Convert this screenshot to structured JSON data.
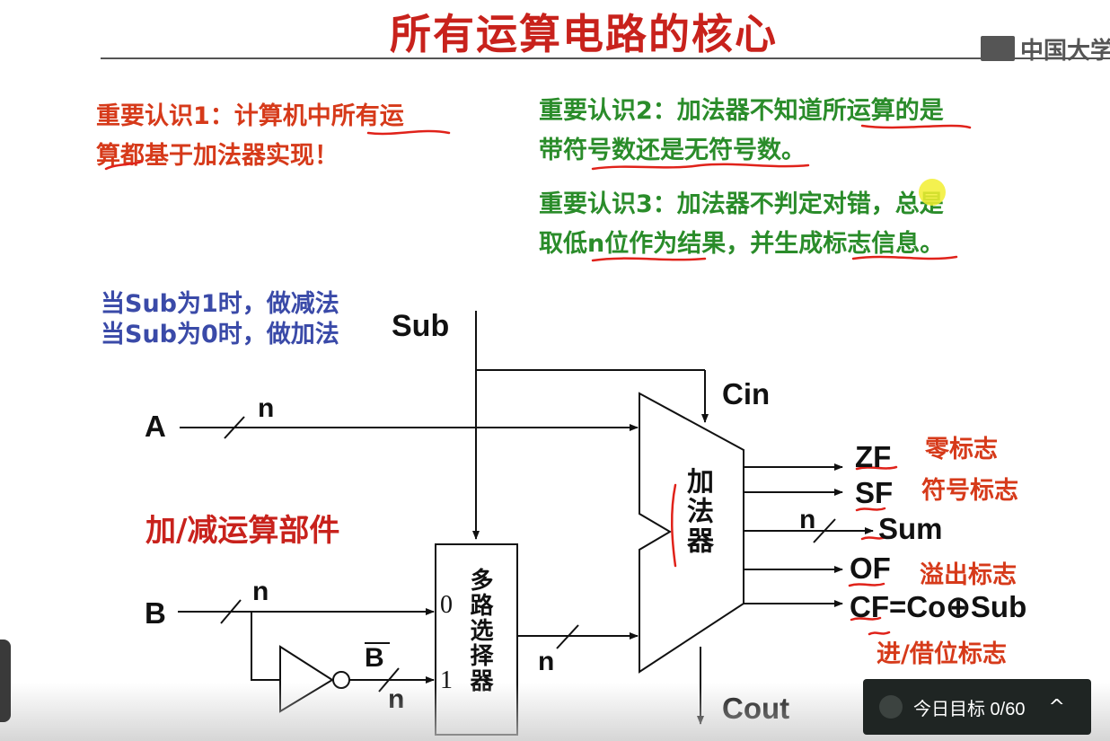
{
  "slide": {
    "title": "所有运算电路的核心",
    "logo_text": "中国大学"
  },
  "notes": {
    "n1_line1": "重要认识1：计算机中所有运",
    "n1_line2": "算都基于加法器实现！",
    "n2_line1": "重要认识2：加法器不知道所运算的是",
    "n2_line2": "带符号数还是无符号数。",
    "n3_line1": "重要认识3：加法器不判定对错，总是",
    "n3_line2": "取低n位作为结果，并生成标志信息。"
  },
  "sub_note": {
    "line1": "当Sub为1时，做减法",
    "line2": "当Sub为0时，做加法"
  },
  "circuit": {
    "sub": "Sub",
    "cin": "Cin",
    "a": "A",
    "b": "B",
    "n_a": "n",
    "n_b": "n",
    "n_bbar": "n",
    "n_mux_out": "n",
    "n_sum": "n",
    "bbar": "B",
    "mux_in0": "0",
    "mux_in1": "1",
    "mux_label": "多路选择器",
    "adder_label": "加法器",
    "unit_label": "加/减运算部件",
    "cout": "Cout",
    "zf": "ZF",
    "sf": "SF",
    "sum": "Sum",
    "of": "OF",
    "cf": "CF=Co⊕Sub"
  },
  "flags": {
    "zf_desc": "零标志",
    "sf_desc": "符号标志",
    "of_desc": "溢出标志",
    "cf_desc": "进/借位标志"
  },
  "goal_widget": {
    "text": "今日目标 0/60",
    "chevron": "^"
  }
}
